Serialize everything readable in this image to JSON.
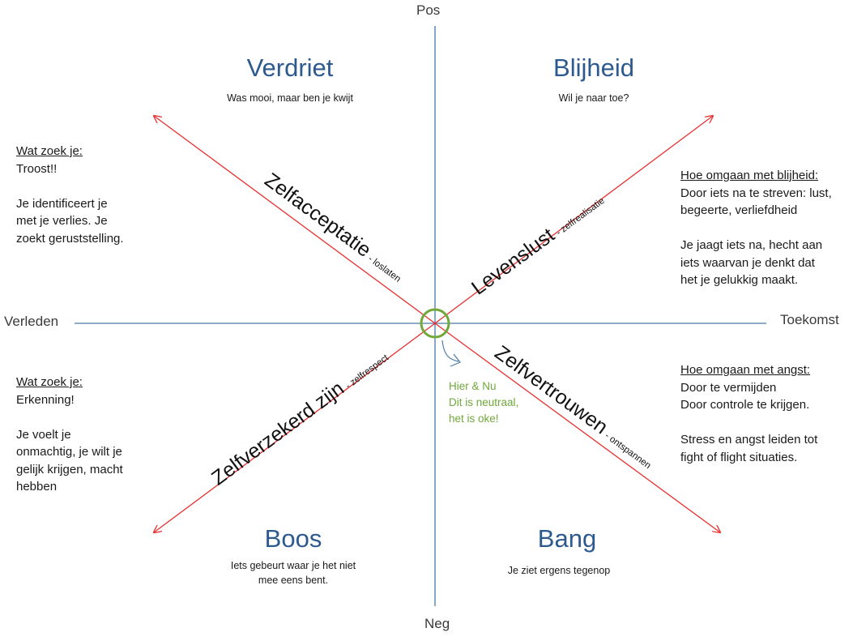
{
  "axes": {
    "top": "Pos",
    "bottom": "Neg",
    "left": "Verleden",
    "right": "Toekomst"
  },
  "quadrants": {
    "top_left": {
      "emotion": "Verdriet",
      "subtitle": "Was mooi, maar ben je kwijt"
    },
    "top_right": {
      "emotion": "Blijheid",
      "subtitle": "Wil je naar toe?"
    },
    "bottom_left": {
      "emotion": "Boos",
      "subtitle_line1": "Iets gebeurt waar je het niet",
      "subtitle_line2": "mee eens bent."
    },
    "bottom_right": {
      "emotion": "Bang",
      "subtitle": "Je ziet ergens tegenop"
    }
  },
  "diagonals": {
    "top_left": {
      "main": "Zelfacceptatie",
      "sub": "- loslaten"
    },
    "top_right": {
      "main": "Levenslust",
      "sub": "- zelfrealisatie"
    },
    "bottom_left": {
      "main": "Zelfverzekerd zijn",
      "sub": "- zelfrespect"
    },
    "bottom_right": {
      "main": "Zelfvertrouwen",
      "sub": "- ontspannen"
    }
  },
  "notes": {
    "verdriet": {
      "heading": "Wat zoek je:",
      "lines_a": [
        "Troost!!"
      ],
      "lines_b": [
        "Je identificeert je",
        "met je verlies. Je",
        "zoekt geruststelling."
      ]
    },
    "blijheid": {
      "heading": "Hoe omgaan met blijheid:",
      "lines_a": [
        "Door iets na te streven: lust,",
        "begeerte, verliefdheid"
      ],
      "lines_b": [
        "Je jaagt iets na, hecht aan",
        "iets waarvan je denkt dat",
        "het je gelukkig maakt."
      ]
    },
    "boos": {
      "heading": "Wat zoek je:",
      "lines_a": [
        "Erkenning!"
      ],
      "lines_b": [
        "Je voelt je",
        "onmachtig, je wilt je",
        "gelijk krijgen, macht",
        "hebben"
      ]
    },
    "bang": {
      "heading": "Hoe omgaan met angst:",
      "lines_a": [
        "Door te vermijden",
        "Door controle te krijgen."
      ],
      "lines_b": [
        "Stress en angst leiden tot",
        "fight of flight situaties."
      ]
    }
  },
  "center": {
    "lines": [
      "Hier & Nu",
      "Dit is neutraal,",
      "het is oke!"
    ]
  },
  "colors": {
    "axis": "#4a7aa8",
    "diagonal": "#e83030",
    "circle": "#70a83a",
    "emotion": "#2d5a8e",
    "center_text": "#70a83a"
  }
}
